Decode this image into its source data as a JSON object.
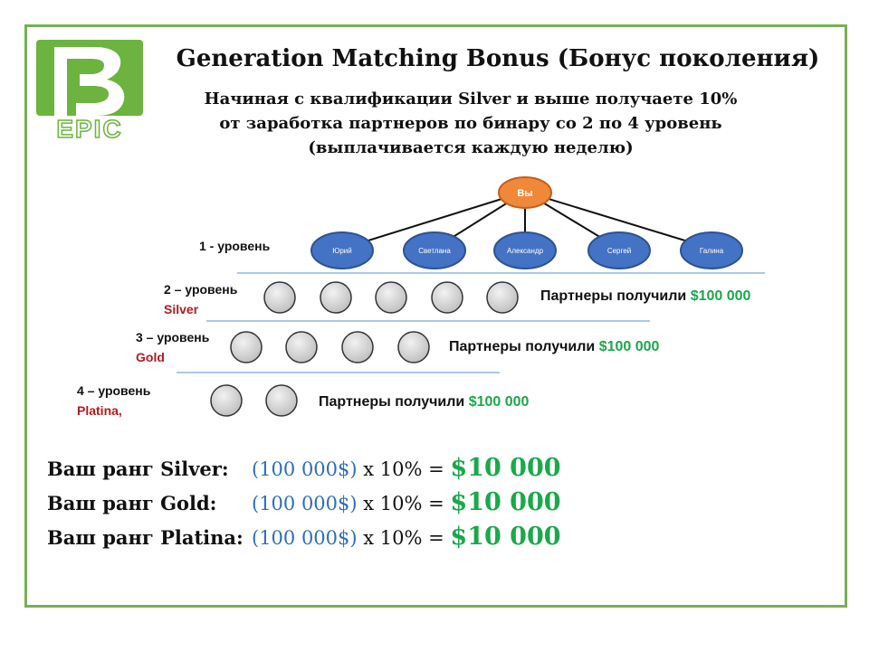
{
  "title": "Generation Matching Bonus (Бонус поколения)",
  "subtitle": [
    "Начиная с квалификации Silver и выше получаете 10%",
    "от заработка партнеров по бинару со 2 по 4 уровень",
    "(выплачивается каждую неделю)"
  ],
  "logo": {
    "text": "EPIC",
    "color": "#6cb33f"
  },
  "tree": {
    "root": "Вы",
    "level1_label": "1 - уровень",
    "partners": [
      "Юрий",
      "Светлана",
      "Александр",
      "Сергей",
      "Галина"
    ]
  },
  "levels": [
    {
      "label": "2 – уровень",
      "rank": "Silver",
      "circles": 5,
      "note_text": "Партнеры получили ",
      "note_amount": "$100 000"
    },
    {
      "label": "3 – уровень",
      "rank": "Gold",
      "circles": 4,
      "note_text": "Партнеры получили ",
      "note_amount": "$100 000"
    },
    {
      "label": "4 – уровень",
      "rank": "Platina,",
      "circles": 2,
      "note_text": "Партнеры получили ",
      "note_amount": "$100 000"
    }
  ],
  "calculations": [
    {
      "rank": "Ваш ранг Silver:",
      "formula": "(100 000$)",
      "op": " x 10% = ",
      "result": "$10 000"
    },
    {
      "rank": "Ваш ранг Gold:",
      "formula": "(100 000$)",
      "op": " x 10% = ",
      "result": "$10 000"
    },
    {
      "rank": "Ваш ранг Platina:",
      "formula": "(100 000$)",
      "op": " x 10% = ",
      "result": "$10 000"
    }
  ],
  "colors": {
    "border": "#77b153",
    "root_fill": "#f0883a",
    "node_fill": "#4472c4",
    "amount": "#1aa84b",
    "rank": "#b01c1c",
    "formula": "#2e6fb7"
  }
}
